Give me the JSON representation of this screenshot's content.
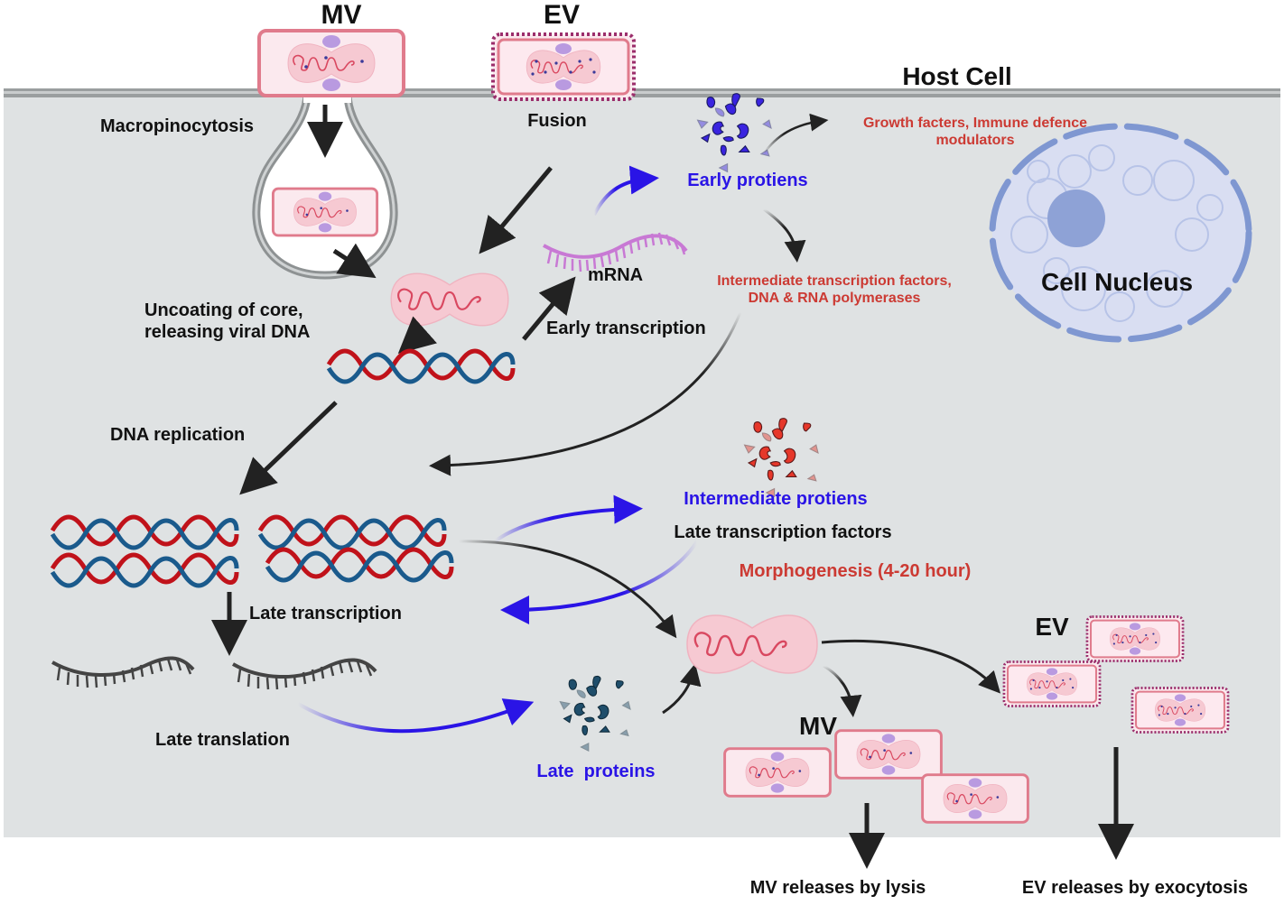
{
  "colors": {
    "cytoplasm": "#dfe2e3",
    "membrane": "#8e9293",
    "black_text": "#111111",
    "red_text": "#cc3a33",
    "blue_text": "#2a14e6",
    "blue_arrow": "#2a14e6",
    "dna_red": "#c0121a",
    "dna_blue": "#1a5a8c",
    "mrna": "#c879d4",
    "late_mrna": "#444444",
    "virion_border": "#e07b8c",
    "virion_fill": "#fbe9ee",
    "core_fill": "#f6c9d2",
    "lateral_body": "#b99ae0",
    "ev_dots": "#9b2d6b",
    "nucleus_fill": "#d9def2",
    "nucleus_envelope": "#7f97d1",
    "nucleolus": "#8ea2d6",
    "early_protein": "#3a24e0",
    "intermediate_protein": "#e6372a",
    "late_protein": "#1f4e6b"
  },
  "labels": {
    "mv_top": "MV",
    "ev_top": "EV",
    "host_cell": "Host Cell",
    "macropinocytosis": "Macropinocytosis",
    "fusion": "Fusion",
    "uncoating_line1": "Uncoating of core,",
    "uncoating_line2": "releasing viral DNA",
    "mrna": "mRNA",
    "early_transcription": "Early transcription",
    "early_proteins": "Early protiens",
    "growth_factors_line1": "Growth facters, Immune defence",
    "growth_factors_line2": "modulators",
    "intermediate_tf_line1": "Intermediate transcription factors,",
    "intermediate_tf_line2": "DNA & RNA polymerases",
    "cell_nucleus": "Cell Nucleus",
    "dna_replication": "DNA replication",
    "intermediate_proteins": "Intermediate protiens",
    "late_tf": "Late transcription factors",
    "morphogenesis": "Morphogenesis (4-20 hour)",
    "late_transcription": "Late transcription",
    "late_translation": "Late translation",
    "late_proteins": "Late  proteins",
    "ev_bottom": "EV",
    "mv_bottom": "MV",
    "mv_release": "MV releases by lysis",
    "ev_release": "EV releases by exocytosis"
  }
}
